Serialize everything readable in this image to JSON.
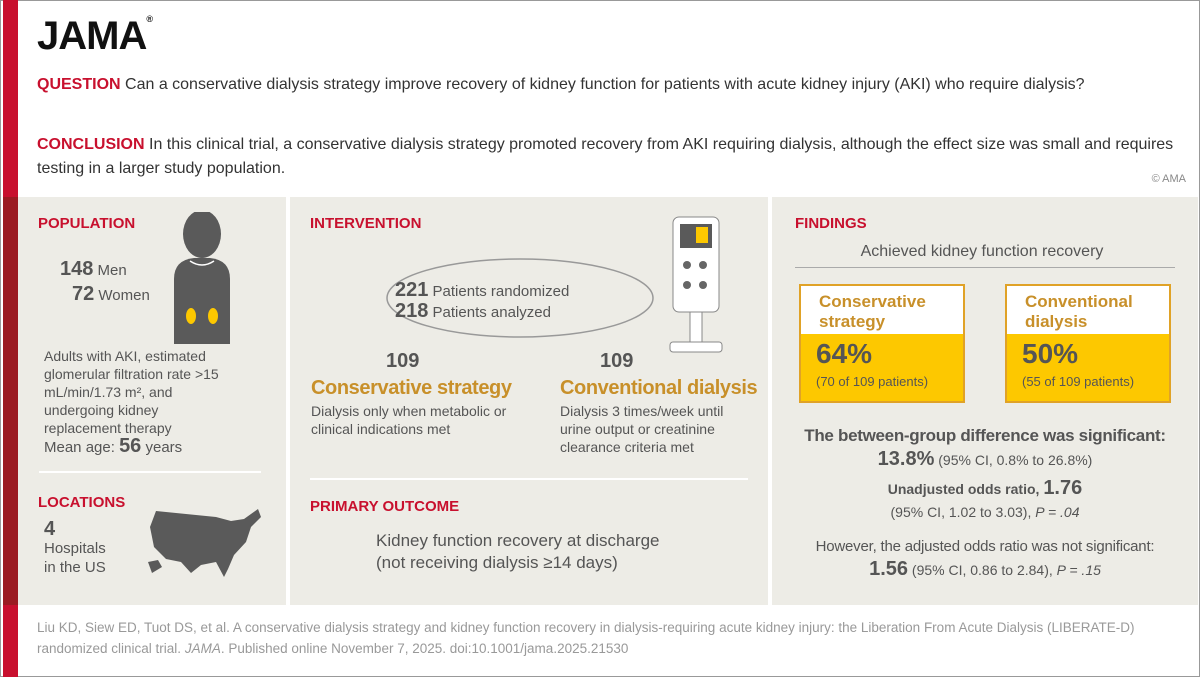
{
  "brand": "JAMA",
  "question": {
    "label": "QUESTION",
    "text": "Can a conservative dialysis strategy improve recovery of kidney function for patients with acute kidney injury (AKI) who require dialysis?"
  },
  "conclusion": {
    "label": "CONCLUSION",
    "text": "In this clinical trial, a conservative dialysis strategy promoted recovery from AKI requiring dialysis, although the effect size was small and requires testing in a larger study population."
  },
  "copyright": "© AMA",
  "population": {
    "heading": "POPULATION",
    "men_n": "148",
    "men": "Men",
    "women_n": "72",
    "women": "Women",
    "criteria": "Adults with AKI, estimated glomerular filtration rate >15 mL/min/1.73 m², and undergoing kidney replacement therapy",
    "age_label": "Mean age:",
    "age": "56",
    "age_unit": "years"
  },
  "locations": {
    "heading": "LOCATIONS",
    "n": "4",
    "text1": "Hospitals",
    "text2": "in the US"
  },
  "intervention": {
    "heading": "INTERVENTION",
    "randomized_n": "221",
    "randomized": "Patients randomized",
    "analyzed_n": "218",
    "analyzed": "Patients analyzed",
    "arms": [
      {
        "n": "109",
        "name": "Conservative strategy",
        "desc": "Dialysis only when metabolic or clinical indications met"
      },
      {
        "n": "109",
        "name": "Conventional dialysis",
        "desc": "Dialysis 3 times/week until urine output or creatinine clearance criteria met"
      }
    ]
  },
  "outcome": {
    "heading": "PRIMARY OUTCOME",
    "line1": "Kidney function recovery at discharge",
    "line2": "(not receiving dialysis ≥14 days)"
  },
  "findings": {
    "heading": "FINDINGS",
    "subtitle": "Achieved kidney function recovery",
    "groups": [
      {
        "name": "Conservative strategy",
        "pct": "64%",
        "detail": "(70 of 109 patients)",
        "value": 64
      },
      {
        "name": "Conventional dialysis",
        "pct": "50%",
        "detail": "(55 of 109 patients)",
        "value": 50
      }
    ],
    "diff_label": "The between-group difference was significant:",
    "diff": "13.8%",
    "diff_ci": "(95% CI, 0.8% to 26.8%)",
    "or_label": "Unadjusted odds ratio,",
    "or": "1.76",
    "or_ci": "(95% CI, 1.02 to 3.03),",
    "or_p": "P = .04",
    "adj_label": "However, the adjusted odds ratio was not significant:",
    "adj": "1.56",
    "adj_ci": "(95% CI, 0.86 to 2.84),",
    "adj_p": "P = .15"
  },
  "citation": {
    "text1": "Liu KD, Siew ED, Tuot DS, et al. A  conservative dialysis strategy and kidney function recovery in dialysis-requiring acute kidney injury: the Liberation From Acute Dialysis (LIBERATE-D) randomized clinical trial.",
    "journal": "JAMA",
    "text2": ". Published online November 7, 2025. doi:10.1001/jama.2025.21530"
  },
  "colors": {
    "red": "#c8102e",
    "gold": "#fdc800",
    "gold_text": "#c8902a",
    "panel": "#edece6"
  }
}
